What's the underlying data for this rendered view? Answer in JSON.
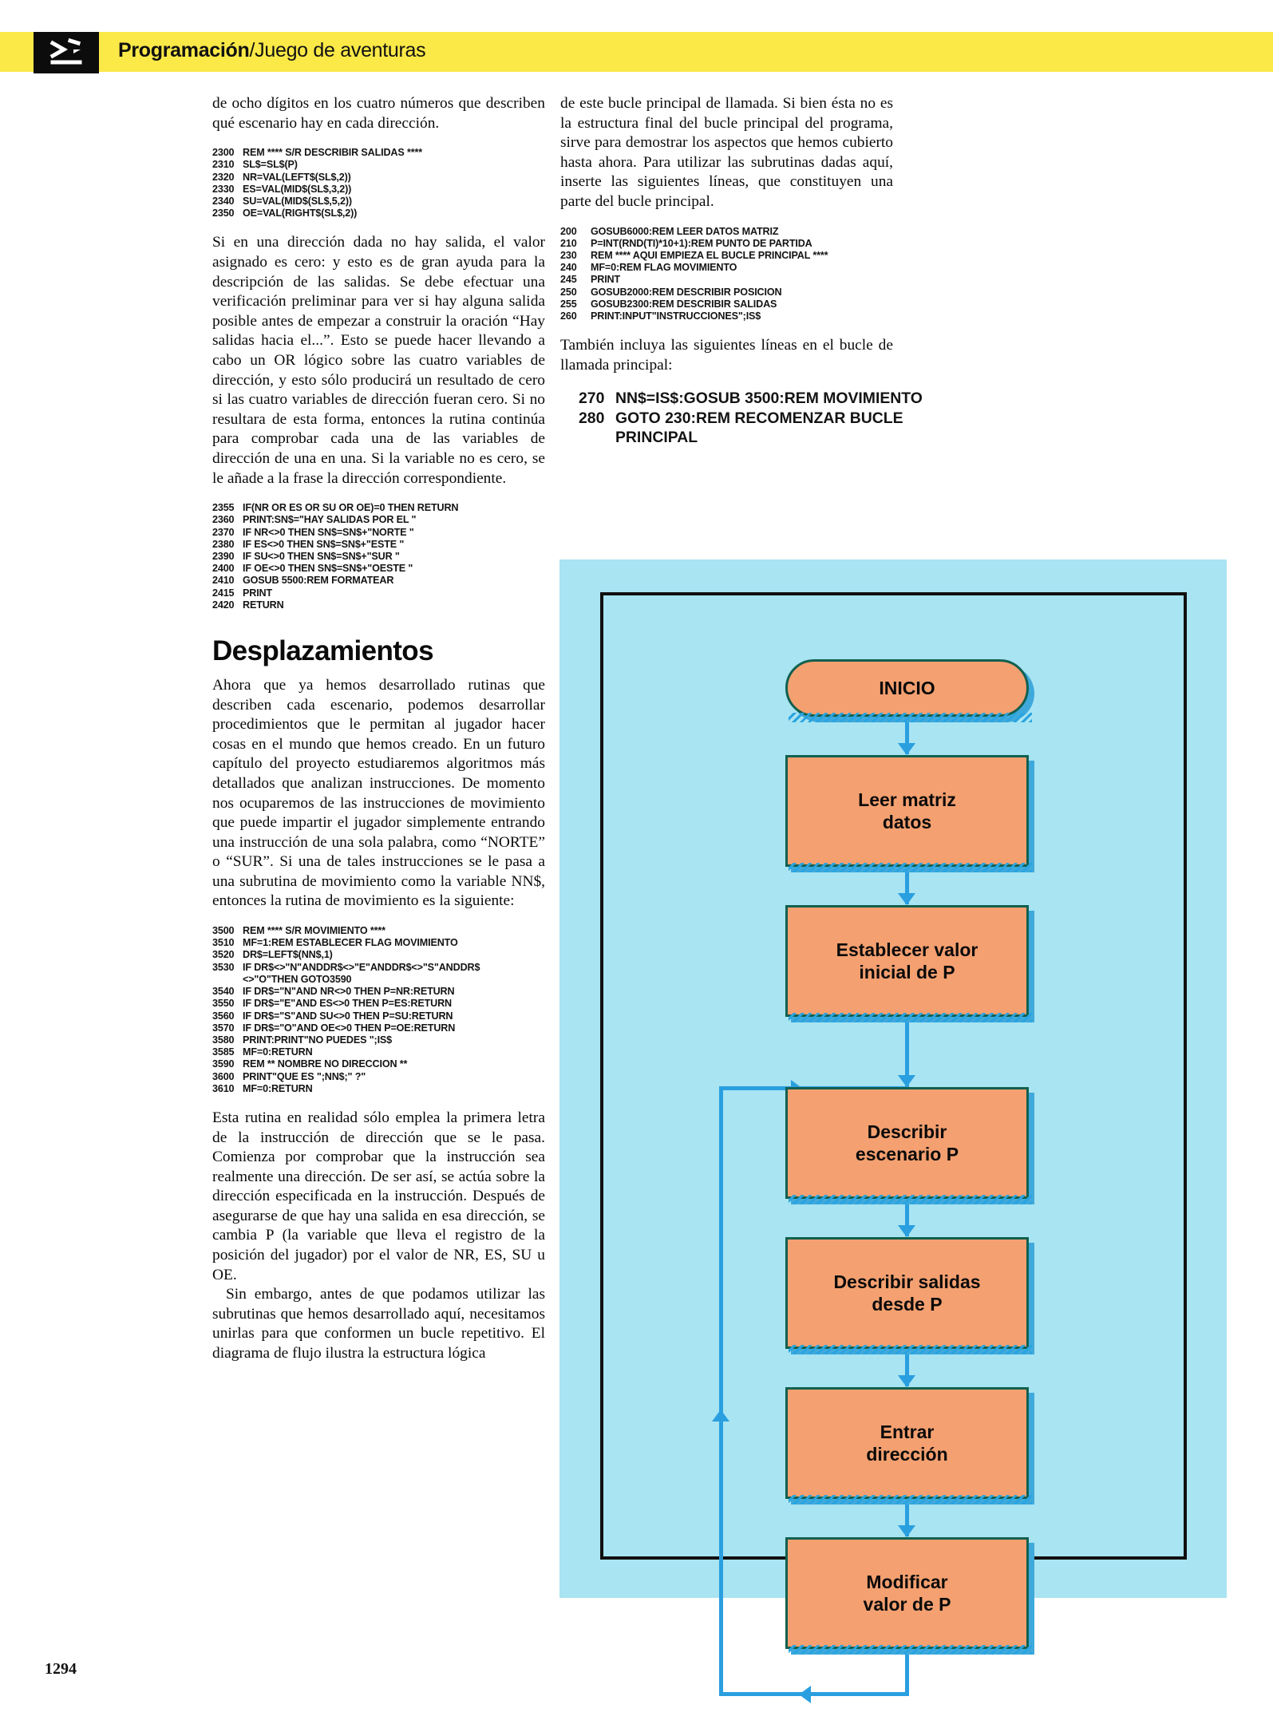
{
  "header": {
    "logo_icon": "magazine-logo-icon",
    "title_bold": "Programación",
    "title_rest": "/Juego de aventuras"
  },
  "page_number": "1294",
  "left_column": {
    "para1": "de ocho dígitos en los cuatro números que describen qué escenario hay en cada dirección.",
    "code1": [
      {
        "line": "2300",
        "text": "REM **** S/R DESCRIBIR SALIDAS ****"
      },
      {
        "line": "2310",
        "text": "SL$=SL$(P)"
      },
      {
        "line": "2320",
        "text": "NR=VAL(LEFT$(SL$,2))"
      },
      {
        "line": "2330",
        "text": "ES=VAL(MID$(SL$,3,2))"
      },
      {
        "line": "2340",
        "text": "SU=VAL(MID$(SL$,5,2))"
      },
      {
        "line": "2350",
        "text": "OE=VAL(RIGHT$(SL$,2))"
      }
    ],
    "para2": "Si en una dirección dada no hay salida, el valor asignado es cero: y esto es de gran ayuda para la descripción de las salidas. Se debe efectuar una verificación preliminar para ver si hay alguna salida posible antes de empezar a construir la oración “Hay salidas hacia el...”. Esto se puede hacer llevando a cabo un OR lógico sobre las cuatro variables de dirección, y esto sólo producirá un resultado de cero si las cuatro variables de dirección fueran cero. Si no resultara de esta forma, entonces la rutina continúa para comprobar cada una de las variables de dirección de una en una. Si la variable no es cero, se le añade a la frase la dirección correspondiente.",
    "code2": [
      {
        "line": "2355",
        "text": "IF(NR OR ES OR SU OR OE)=0 THEN RETURN"
      },
      {
        "line": "2360",
        "text": "PRINT:SN$=\"HAY SALIDAS POR EL \""
      },
      {
        "line": "2370",
        "text": "IF NR<>0 THEN SN$=SN$+\"NORTE \""
      },
      {
        "line": "2380",
        "text": "IF ES<>0 THEN SN$=SN$+\"ESTE \""
      },
      {
        "line": "2390",
        "text": "IF SU<>0 THEN SN$=SN$+\"SUR \""
      },
      {
        "line": "2400",
        "text": "IF OE<>0 THEN SN$=SN$+\"OESTE \""
      },
      {
        "line": "2410",
        "text": "GOSUB 5500:REM FORMATEAR"
      },
      {
        "line": "2415",
        "text": "PRINT"
      },
      {
        "line": "2420",
        "text": "RETURN"
      }
    ],
    "heading": "Desplazamientos",
    "para3": "Ahora que ya hemos desarrollado rutinas que describen cada escenario, podemos desarrollar procedimientos que le permitan al jugador hacer cosas en el mundo que hemos creado. En un futuro capítulo del proyecto estudiaremos algoritmos más detallados que analizan instrucciones. De momento nos ocuparemos de las instrucciones de movimiento que puede impartir el jugador simplemente entrando una instrucción de una sola palabra, como “NORTE” o “SUR”. Si una de tales instrucciones se le pasa a una subrutina de movimiento como la variable NN$, entonces la rutina de movimiento es la siguiente:",
    "code3": [
      {
        "line": "3500",
        "text": "REM **** S/R MOVIMIENTO ****"
      },
      {
        "line": "3510",
        "text": "MF=1:REM ESTABLECER FLAG MOVIMIENTO"
      },
      {
        "line": "3520",
        "text": "DR$=LEFT$(NN$,1)"
      },
      {
        "line": "3530",
        "text": "IF DR$<>\"N\"ANDDR$<>\"E\"ANDDR$<>\"S\"ANDDR$"
      },
      {
        "line": "",
        "text": "<>\"O\"THEN GOTO3590"
      },
      {
        "line": "3540",
        "text": "IF DR$=\"N\"AND NR<>0 THEN P=NR:RETURN"
      },
      {
        "line": "3550",
        "text": "IF DR$=\"E\"AND ES<>0 THEN P=ES:RETURN"
      },
      {
        "line": "3560",
        "text": "IF DR$=\"S\"AND SU<>0 THEN P=SU:RETURN"
      },
      {
        "line": "3570",
        "text": "IF DR$=\"O\"AND OE<>0 THEN P=OE:RETURN"
      },
      {
        "line": "3580",
        "text": "PRINT:PRINT\"NO PUEDES \";IS$"
      },
      {
        "line": "3585",
        "text": "MF=0:RETURN"
      },
      {
        "line": "3590",
        "text": "REM ** NOMBRE NO DIRECCION **"
      },
      {
        "line": "3600",
        "text": "PRINT\"QUE ES \";NN$;\" ?\""
      },
      {
        "line": "3610",
        "text": "MF=0:RETURN"
      }
    ],
    "para4": "Esta rutina en realidad sólo emplea la primera letra de la instrucción de dirección que se le pasa. Comienza por comprobar que la instrucción sea realmente una dirección. De ser así, se actúa sobre la dirección especificada en la instrucción. Después de asegurarse de que hay una salida en esa dirección, se cambia P (la variable que lleva el registro de la posición del jugador) por el valor de NR, ES, SU u OE.",
    "para5": "Sin embargo, antes de que podamos utilizar las subrutinas que hemos desarrollado aquí, necesitamos unirlas para que conformen un bucle repetitivo. El diagrama de flujo ilustra la estructura lógica"
  },
  "right_column": {
    "para1": "de este bucle principal de llamada. Si bien ésta no es la estructura final del bucle principal del programa, sirve para demostrar los aspectos que hemos cubierto hasta ahora. Para utilizar las subrutinas dadas aquí, inserte las siguientes líneas, que constituyen una parte del bucle principal.",
    "code1": [
      {
        "line": "200",
        "text": "GOSUB6000:REM LEER DATOS MATRIZ"
      },
      {
        "line": "210",
        "text": "P=INT(RND(TI)*10+1):REM PUNTO DE PARTIDA"
      },
      {
        "line": "230",
        "text": "REM **** AQUI EMPIEZA EL BUCLE PRINCIPAL ****"
      },
      {
        "line": "240",
        "text": "MF=0:REM FLAG MOVIMIENTO"
      },
      {
        "line": "245",
        "text": "PRINT"
      },
      {
        "line": "250",
        "text": "GOSUB2000:REM DESCRIBIR POSICION"
      },
      {
        "line": "255",
        "text": "GOSUB2300:REM DESCRIBIR SALIDAS"
      },
      {
        "line": "260",
        "text": "PRINT:INPUT\"INSTRUCCIONES\";IS$"
      }
    ],
    "para2": "También incluya las siguientes líneas en el bucle de llamada principal:",
    "code2": [
      {
        "line": "270",
        "text": "NN$=IS$:GOSUB 3500:REM MOVIMIENTO"
      },
      {
        "line": "280",
        "text": "GOTO 230:REM RECOMENZAR BUCLE"
      },
      {
        "line": "",
        "text": "PRINCIPAL"
      }
    ]
  },
  "flowchart": {
    "nodes": [
      {
        "id": "inicio",
        "label": "INICIO",
        "shape": "rounded"
      },
      {
        "id": "leer-matriz",
        "label": "Leer matriz\ndatos",
        "shape": "rect"
      },
      {
        "id": "valor-inicial",
        "label": "Establecer valor\ninicial de P",
        "shape": "rect"
      },
      {
        "id": "describir-escenario",
        "label": "Describir\nescenario P",
        "shape": "rect"
      },
      {
        "id": "describir-salidas",
        "label": "Describir salidas\ndesde P",
        "shape": "rect"
      },
      {
        "id": "entrar-direccion",
        "label": "Entrar\ndirección",
        "shape": "rect"
      },
      {
        "id": "modificar-p",
        "label": "Modificar\nvalor de P",
        "shape": "rect"
      }
    ],
    "colors": {
      "panel_background": "#a8e4f2",
      "node_fill": "#f4a070",
      "node_border": "#11604f",
      "arrow": "#2a9fe0",
      "frame": "#101010"
    }
  }
}
